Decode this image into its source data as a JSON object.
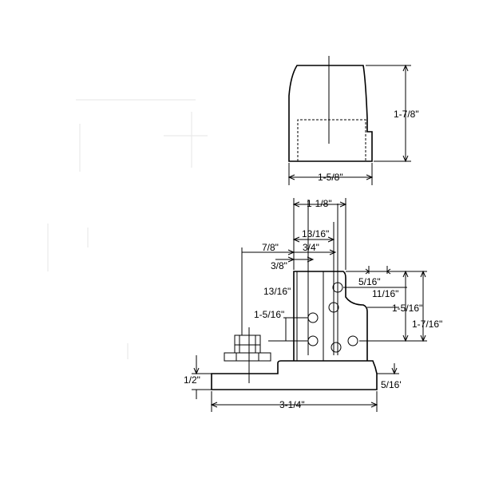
{
  "top_view": {
    "height_label": "1-7/8\"",
    "width_label": "1-5/8\""
  },
  "side_view": {
    "dim_1_1_8": "1-1/8\"",
    "dim_13_16_top": "13/16\"",
    "dim_7_8": "7/8\"",
    "dim_3_4": "3/4\"",
    "dim_3_8": "3/8\"",
    "dim_13_16_left": "13/16\"",
    "dim_1_5_16_left": "1-5/16\"",
    "dim_5_16_hole": "5/16\"",
    "dim_11_16": "11/16\"",
    "dim_1_5_16_right": "1-5/16\"",
    "dim_1_7_16": "1-7/16\"",
    "dim_1_2": "1/2\"",
    "dim_5_16_base": "5/16'",
    "dim_3_1_4": "3-1/4\""
  }
}
